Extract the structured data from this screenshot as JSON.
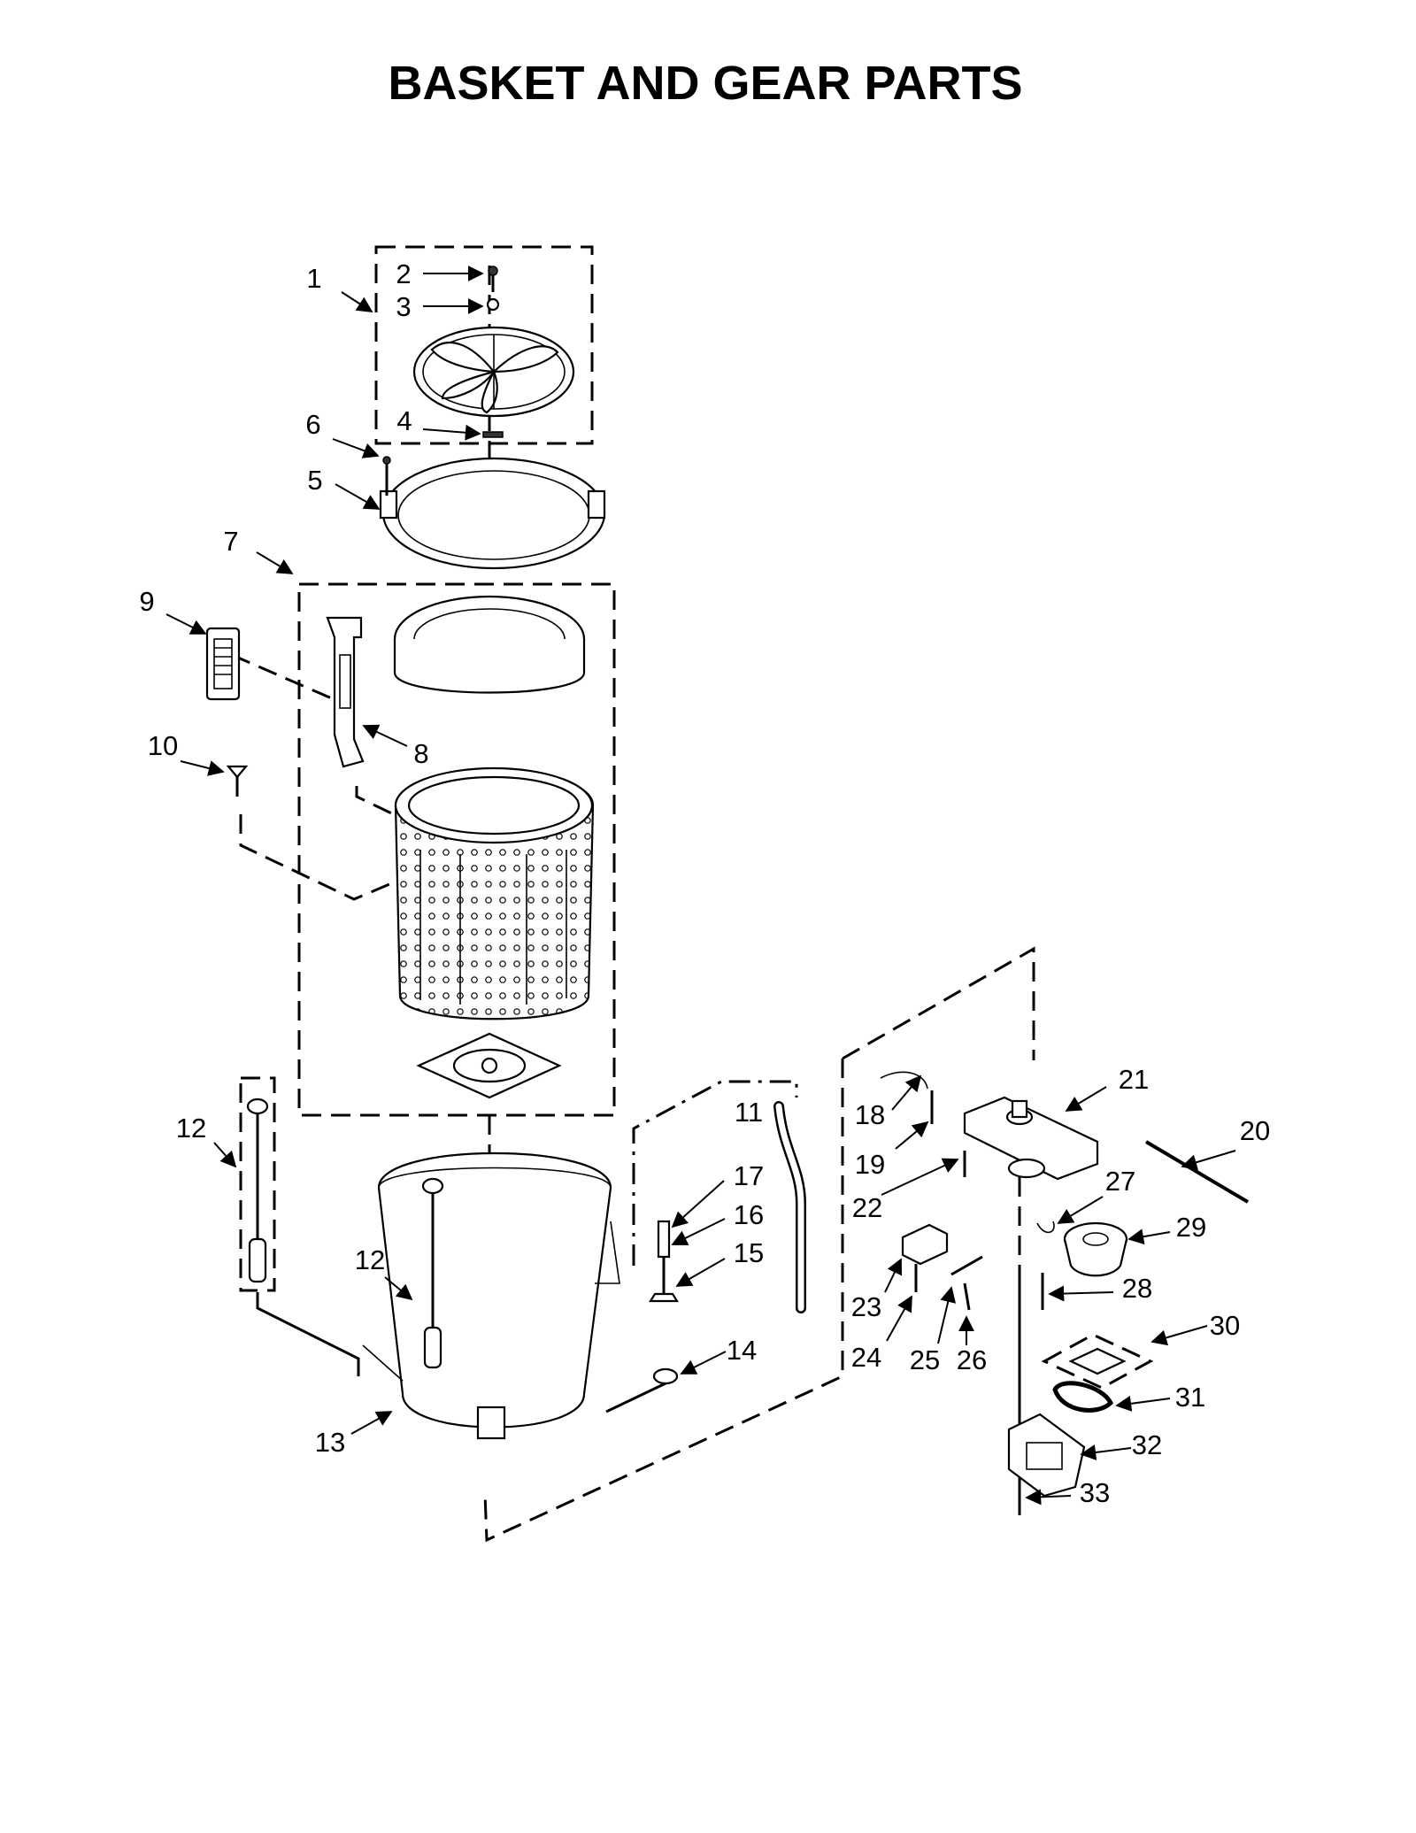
{
  "title": "BASKET AND GEAR PARTS",
  "callouts": [
    "1",
    "2",
    "3",
    "4",
    "5",
    "6",
    "7",
    "8",
    "9",
    "10",
    "11",
    "12",
    "12",
    "13",
    "14",
    "15",
    "16",
    "17",
    "18",
    "19",
    "20",
    "21",
    "22",
    "23",
    "24",
    "25",
    "26",
    "27",
    "28",
    "29",
    "30",
    "31",
    "32",
    "33"
  ]
}
